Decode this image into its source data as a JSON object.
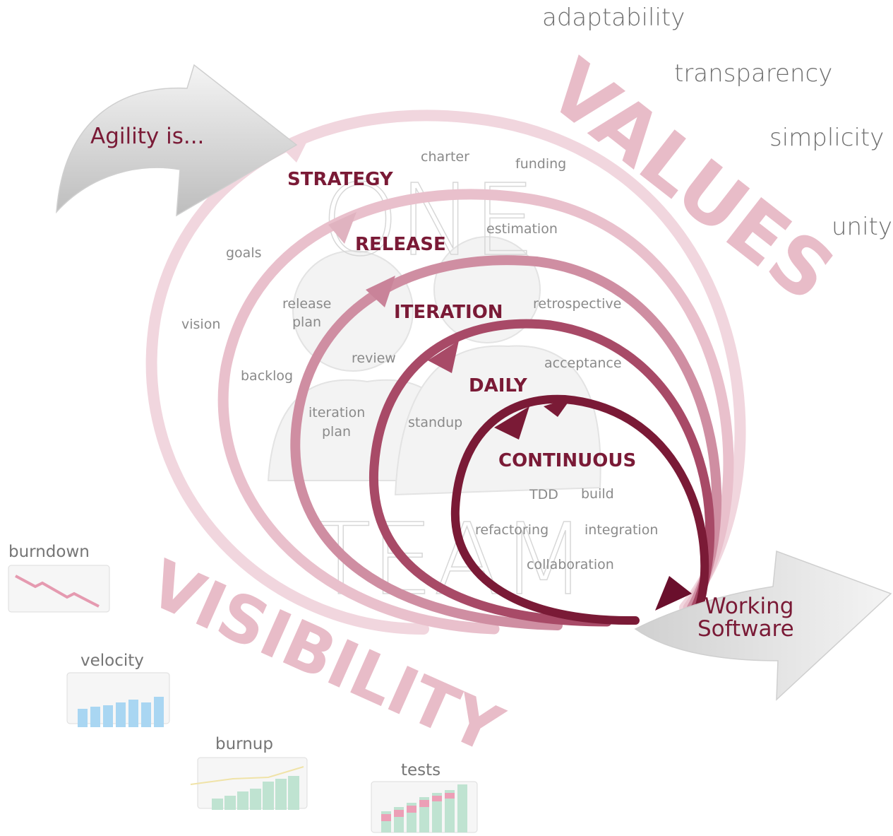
{
  "values": {
    "heading": "VALUES",
    "words": [
      "adaptability",
      "transparency",
      "simplicity",
      "unity"
    ]
  },
  "visibility": {
    "heading": "VISIBILITY"
  },
  "intro_arrow": {
    "label": "Agility is..."
  },
  "output_arrow": {
    "line1": "Working",
    "line2": "Software"
  },
  "watermark": {
    "line1": "ONE",
    "line2": "TEAM"
  },
  "levels": {
    "strategy": "STRATEGY",
    "release": "RELEASE",
    "iteration": "ITERATION",
    "daily": "DAILY",
    "continuous": "CONTINUOUS"
  },
  "practices": {
    "charter": "charter",
    "funding": "funding",
    "goals": "goals",
    "vision": "vision",
    "estimation": "estimation",
    "release_plan_1": "release",
    "release_plan_2": "plan",
    "backlog": "backlog",
    "retrospective": "retrospective",
    "review": "review",
    "iteration_plan_1": "iteration",
    "iteration_plan_2": "plan",
    "acceptance": "acceptance",
    "standup": "standup",
    "tdd": "TDD",
    "build": "build",
    "refactoring": "refactoring",
    "integration": "integration",
    "collaboration": "collaboration"
  },
  "metrics": {
    "burndown": "burndown",
    "velocity": "velocity",
    "burnup": "burnup",
    "tests": "tests"
  },
  "colors": {
    "maroon": "#7a1a36",
    "pink": "#e8bcc8",
    "gray_text": "#8a8a8a"
  }
}
